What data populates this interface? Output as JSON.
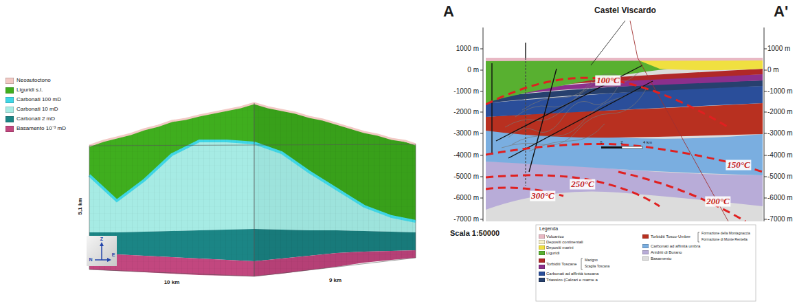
{
  "diagram": {
    "labels": [
      "5,1 km",
      "10 km",
      "9 km",
      "Z",
      "N",
      "E",
      "A",
      "A'",
      "Castel Viscardo",
      "1000 m",
      "0 m",
      "-1000 m",
      "-2000 m",
      "-3000 m",
      "-4000 m",
      "-5000 m",
      "-6000 m",
      "-7000 m",
      "1000 m",
      "0 m",
      "-1000 m",
      "-2000 m",
      "-3000 m",
      "-4000 m",
      "-5000 m",
      "-6000 m",
      "-7000 m",
      "100°C",
      "150°C",
      "250°C",
      "300°C",
      "200°C",
      "0",
      "2",
      "4 km",
      "Scala 1:50000",
      "Legenda",
      "Torbiditi Toscane",
      "Formazione della Montagnaccia",
      "Formazione di Monte Rentella"
    ],
    "legend": [
      {
        "text": "Neoautoctono",
        "color": "#f2c9c4"
      },
      {
        "text": "Liguridi s.l.",
        "color": "#3fae1e"
      },
      {
        "text": "Carbonati 100 mD",
        "color": "#3fd6e6"
      },
      {
        "text": "Carbonati 10 mD",
        "color": "#a6ebe4"
      },
      {
        "text": "Carbonati 2 mD",
        "color": "#1b8585"
      },
      {
        "text": "Basamento 10⁻³ mD",
        "color": "#c2477f"
      },
      {
        "text": "Vulcanico",
        "color": "#e8b8c4"
      },
      {
        "text": "Depositi continentali",
        "color": "#f5f0c8"
      },
      {
        "text": "Depositi marini",
        "color": "#f0e040"
      },
      {
        "text": "Liguridi",
        "color": "#58b030"
      },
      {
        "text": "Macigno",
        "color": "#b02828"
      },
      {
        "text": "Scaglia Toscana",
        "color": "#8c2f8c"
      },
      {
        "text": "Carbonati ad affinità toscana",
        "color": "#2a4e9a"
      },
      {
        "text": "Triassico (Calcari e marne a",
        "color": "#27406e"
      },
      {
        "text": "Torbiditi Tosco-Umbre",
        "color": "#b83020"
      },
      {
        "text": "Carbonati ad affinità umbra",
        "color": "#7aaee0"
      },
      {
        "text": "Anidriti di Burano",
        "color": "#b8acd8"
      },
      {
        "text": "Basamento",
        "color": "#dcdcdc"
      }
    ]
  }
}
